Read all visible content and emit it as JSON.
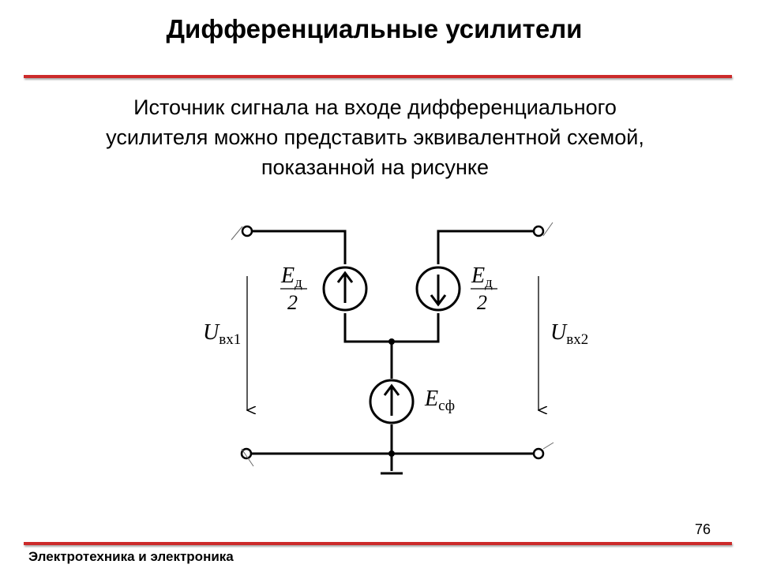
{
  "header": {
    "title": "Дифференциальные усилители"
  },
  "body": {
    "lines": [
      "Источник сигнала на входе дифференциального",
      "усилителя можно представить эквивалентной схемой,",
      "показанной на рисунке"
    ]
  },
  "diagram": {
    "source_left": {
      "symbol": "E",
      "subscript": "д",
      "denominator": "2",
      "arrow": "up"
    },
    "source_right": {
      "symbol": "E",
      "subscript": "д",
      "denominator": "2",
      "arrow": "down"
    },
    "source_common": {
      "symbol": "E",
      "subscript": "сф",
      "arrow": "up"
    },
    "voltage_left": {
      "symbol": "U",
      "subscript": "вх1"
    },
    "voltage_right": {
      "symbol": "U",
      "subscript": "вх2"
    }
  },
  "footer": {
    "page_number": "76",
    "course": "Электротехника и электроника"
  },
  "colors": {
    "accent": "#cc2a2a",
    "line": "#000000"
  }
}
